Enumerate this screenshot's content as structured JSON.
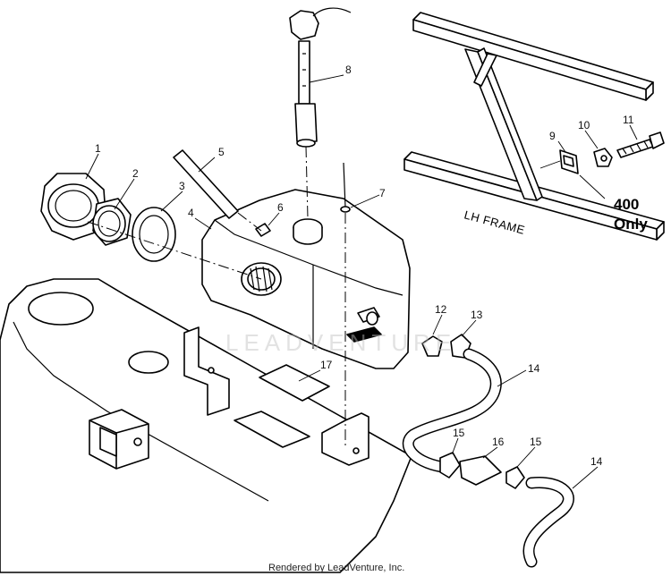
{
  "callouts": {
    "c1": "1",
    "c2": "2",
    "c3": "3",
    "c4": "4",
    "c5": "5",
    "c6": "6",
    "c7": "7",
    "c8": "8",
    "c9": "9",
    "c10": "10",
    "c11": "11",
    "c12": "12",
    "c13": "13",
    "c14a": "14",
    "c14b": "14",
    "c15a": "15",
    "c15b": "15",
    "c16": "16",
    "c17": "17"
  },
  "labels": {
    "model_line1": "400",
    "model_line2": "Only",
    "frame": "LH FRAME"
  },
  "watermark": "LEADVENTURE",
  "footer": "Rendered by LeadVenture, Inc.",
  "colors": {
    "line": "#000000",
    "background": "#ffffff",
    "watermark": "#bfbfbf"
  }
}
